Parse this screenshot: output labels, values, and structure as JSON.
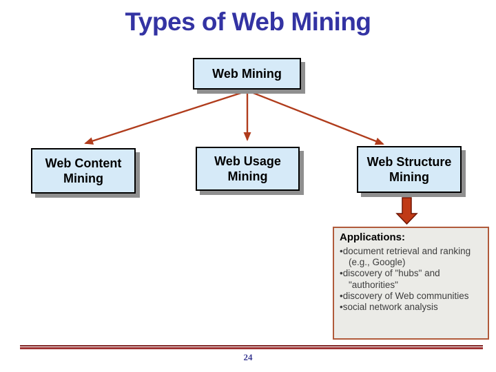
{
  "slide": {
    "title": "Types of Web Mining",
    "page_number": "24"
  },
  "diagram": {
    "root": {
      "label": "Web Mining"
    },
    "children": [
      {
        "label": "Web Content Mining"
      },
      {
        "label": "Web Usage Mining"
      },
      {
        "label": "Web Structure Mining"
      }
    ]
  },
  "applications": {
    "heading": "Applications:",
    "items": [
      "document retrieval and ranking (e.g., Google)",
      "discovery of \"hubs\" and \"authorities\"",
      "discovery of Web communities",
      "social network analysis"
    ]
  },
  "colors": {
    "title_text": "#3333A3",
    "box_fill": "#D6EAF8",
    "box_border": "#000000",
    "box_shadow": "#8F8F8F",
    "connector_arrow": "#B03C1C",
    "block_arrow_fill": "#C03A16",
    "block_arrow_outline": "#6E1503",
    "applications_border": "#B05A3A",
    "applications_background": "#EBEBE7",
    "applications_text": "#3D3D3D",
    "footer_line": "#A03333",
    "page_number_text": "#3B3B93"
  }
}
